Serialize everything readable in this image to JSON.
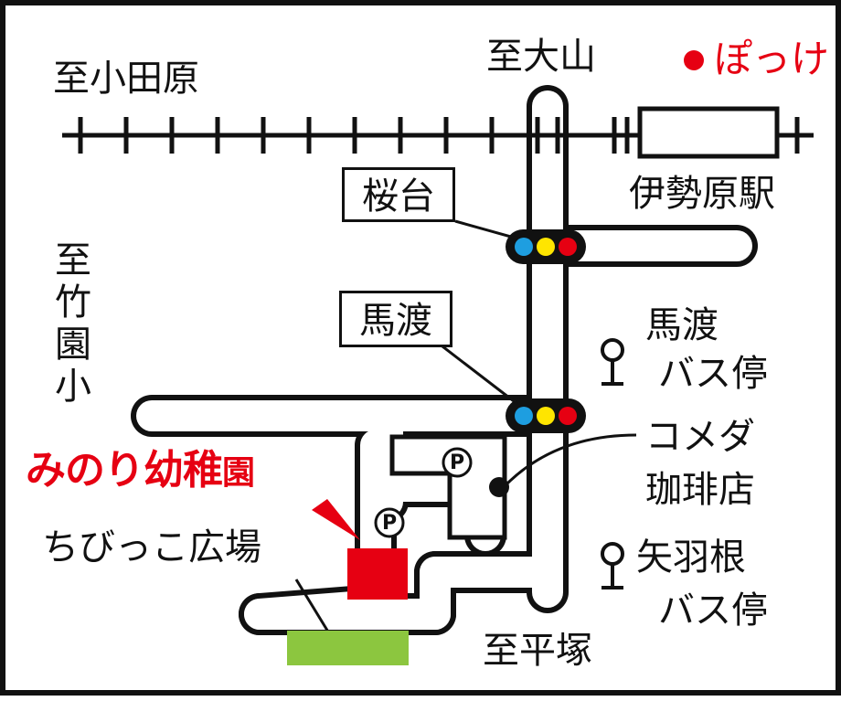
{
  "labels": {
    "to_odawara": "至小田原",
    "to_oyama": "至大山",
    "to_hiratsuka": "至平塚",
    "to_takezono_sho": [
      "至",
      "竹",
      "園",
      "小"
    ],
    "isehara_station": "伊勢原駅",
    "sakuradai": "桜台",
    "mawatari": "馬渡",
    "mawatari_bus_stop": [
      "馬渡",
      "バス停"
    ],
    "yabane_bus_stop": [
      "矢羽根",
      "バス停"
    ],
    "komeda_coffee": [
      "コメダ",
      "珈琲店"
    ],
    "kindergarten_main": "みのり幼稚",
    "kindergarten_suffix": "園",
    "chibikko_hiroba": "ちびっこ広場",
    "pokke": "ぽっけ",
    "parking": "P"
  },
  "colors": {
    "kindergarten": "#e60012",
    "park": "#8cc63f",
    "signal_blue": "#1e9ee0",
    "signal_yellow": "#ffe500",
    "signal_red": "#e60012",
    "road_outline": "#111111"
  }
}
